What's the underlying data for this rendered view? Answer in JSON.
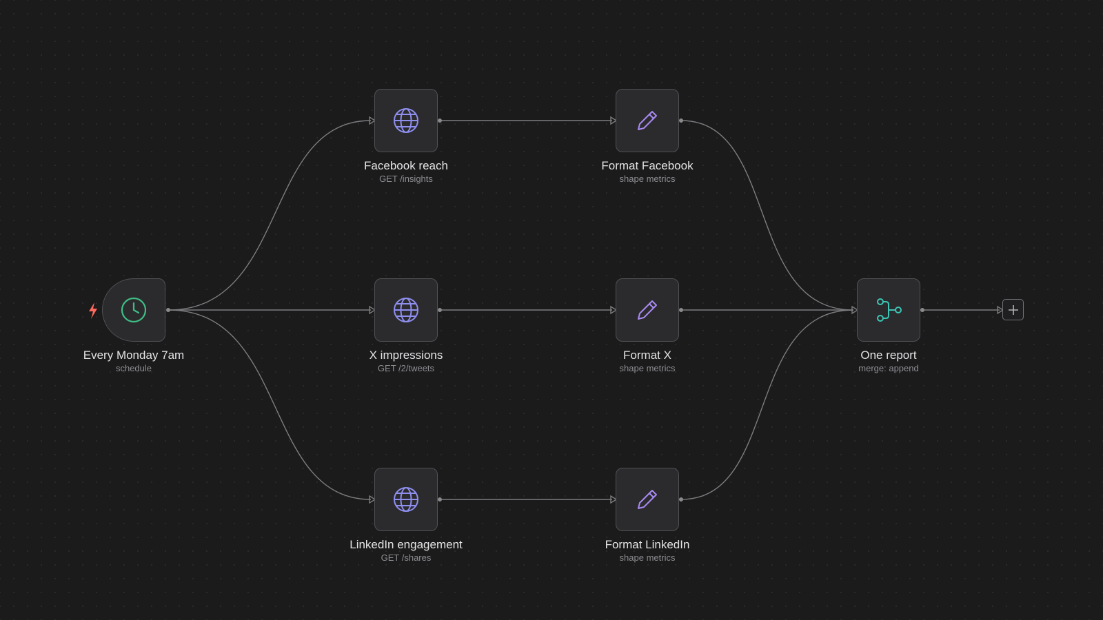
{
  "colors": {
    "background": "#1b1b1c",
    "node_fill": "#2b2b2e",
    "node_border": "#515155",
    "edge": "#7d7d80",
    "trigger_icon": "#3fbf86",
    "http_icon": "#8f8ff0",
    "set_icon": "#a88af0",
    "merge_icon": "#3cc6b4",
    "bolt": "#ff6a5c"
  },
  "nodes": {
    "trigger": {
      "name": "Every Monday 7am",
      "sub": "schedule",
      "icon": "clock-icon"
    },
    "facebook": {
      "name": "Facebook reach",
      "sub": "GET /insights",
      "icon": "globe-icon"
    },
    "x": {
      "name": "X impressions",
      "sub": "GET /2/tweets",
      "icon": "globe-icon"
    },
    "linkedin": {
      "name": "LinkedIn engagement",
      "sub": "GET /shares",
      "icon": "globe-icon"
    },
    "format_facebook": {
      "name": "Format Facebook",
      "sub": "shape metrics",
      "icon": "pencil-icon"
    },
    "format_x": {
      "name": "Format X",
      "sub": "shape metrics",
      "icon": "pencil-icon"
    },
    "format_linkedin": {
      "name": "Format LinkedIn",
      "sub": "shape metrics",
      "icon": "pencil-icon"
    },
    "merge": {
      "name": "One report",
      "sub": "merge: append",
      "icon": "merge-icon"
    }
  },
  "connections": [
    [
      "trigger",
      "facebook"
    ],
    [
      "trigger",
      "x"
    ],
    [
      "trigger",
      "linkedin"
    ],
    [
      "facebook",
      "format_facebook"
    ],
    [
      "x",
      "format_x"
    ],
    [
      "linkedin",
      "format_linkedin"
    ],
    [
      "format_facebook",
      "merge"
    ],
    [
      "format_x",
      "merge"
    ],
    [
      "format_linkedin",
      "merge"
    ],
    [
      "merge",
      "add"
    ]
  ],
  "add_button": {
    "icon": "plus-icon"
  }
}
